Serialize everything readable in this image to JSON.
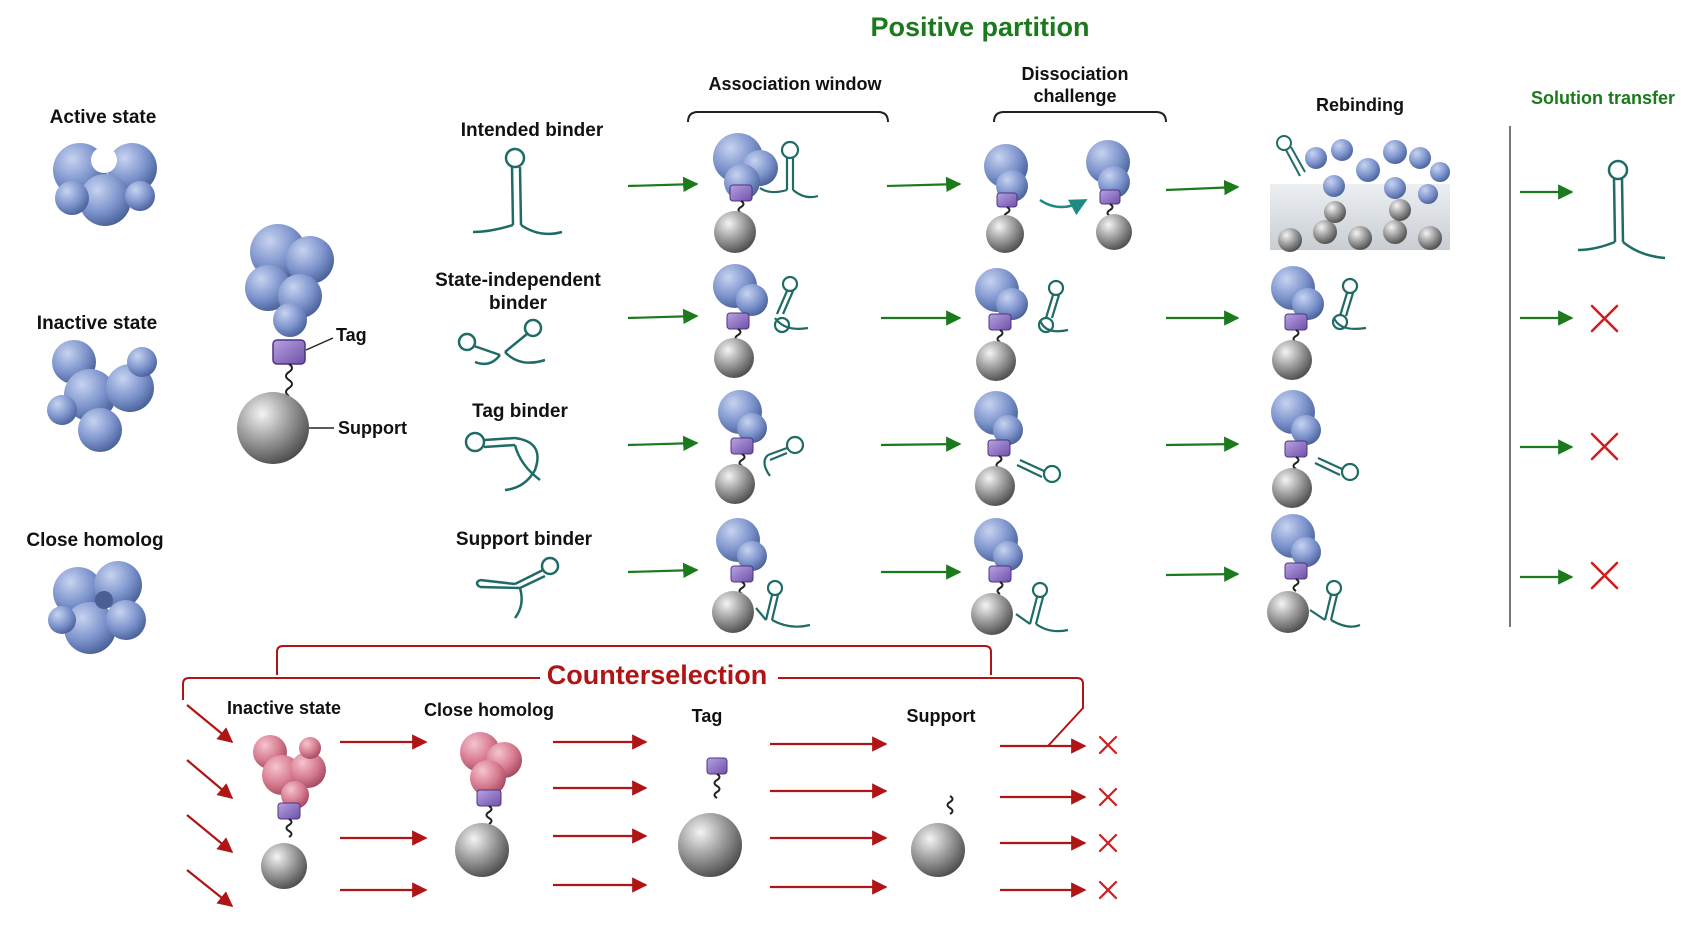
{
  "titles": {
    "positive": "Positive partition",
    "counter": "Counterselection"
  },
  "stages": {
    "association": "Association window",
    "dissociation_1": "Dissociation",
    "dissociation_2": "challenge",
    "rebinding": "Rebinding",
    "solution": "Solution transfer"
  },
  "targets": {
    "active": "Active state",
    "inactive": "Inactive state",
    "homolog": "Close homolog"
  },
  "construct": {
    "tag": "Tag",
    "support": "Support"
  },
  "binders": {
    "intended": "Intended binder",
    "state_independent_1": "State-independent",
    "state_independent_2": "binder",
    "tag": "Tag binder",
    "support": "Support binder"
  },
  "counter_steps": {
    "inactive": "Inactive state",
    "homolog": "Close homolog",
    "tag": "Tag",
    "support": "Support"
  },
  "colors": {
    "green": "#1b7a1b",
    "red": "#b01515",
    "protein_blue": "#6f88c4",
    "protein_red": "#d7768c",
    "tag_purple": "#8a6fc0",
    "aptamer_teal": "#1f6b66",
    "sphere_gray": "#8c8c8c"
  }
}
